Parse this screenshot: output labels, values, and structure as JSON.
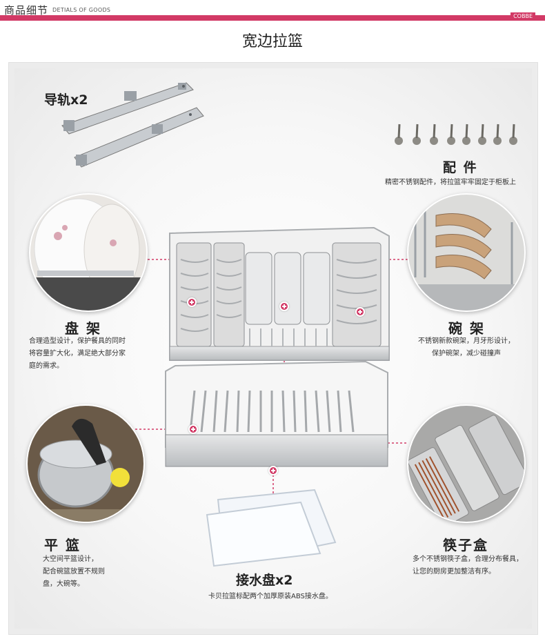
{
  "header": {
    "title": "商品细节",
    "subtitle": "DETIALS OF GOODS",
    "brand": "COBBE"
  },
  "section_title": "宽边拉篮",
  "colors": {
    "accent": "#d23a66"
  },
  "parts": {
    "rails": {
      "label": "导轨x2"
    },
    "fittings": {
      "label": "配 件",
      "desc": "精密不锈钢配件，将拉篮牢牢固定于柜板上"
    },
    "plate_rack": {
      "label": "盘 架",
      "desc_lines": [
        "合理造型设计，保护餐具的同时",
        "将容量扩大化，满足绝大部分家",
        "庭的需求。"
      ]
    },
    "bowl_rack": {
      "label": "碗 架",
      "desc_lines": [
        "不锈钢新款碗架，月牙形设计，",
        "保护碗架，减少碰撞声"
      ]
    },
    "flat_basket": {
      "label": "平 篮",
      "desc_lines": [
        "大空间平篮设计，",
        "配合碗篮放置不规则",
        "盘，大碗等。"
      ]
    },
    "chopstick_box": {
      "label": "筷子盒",
      "desc_lines": [
        "多个不锈钢筷子盒，合理分布餐具，",
        "让您的厨房更加整洁有序。"
      ]
    },
    "drip_tray": {
      "label": "接水盘x2",
      "desc": "卡贝拉篮标配两个加厚原装ABS接水盘。"
    }
  }
}
